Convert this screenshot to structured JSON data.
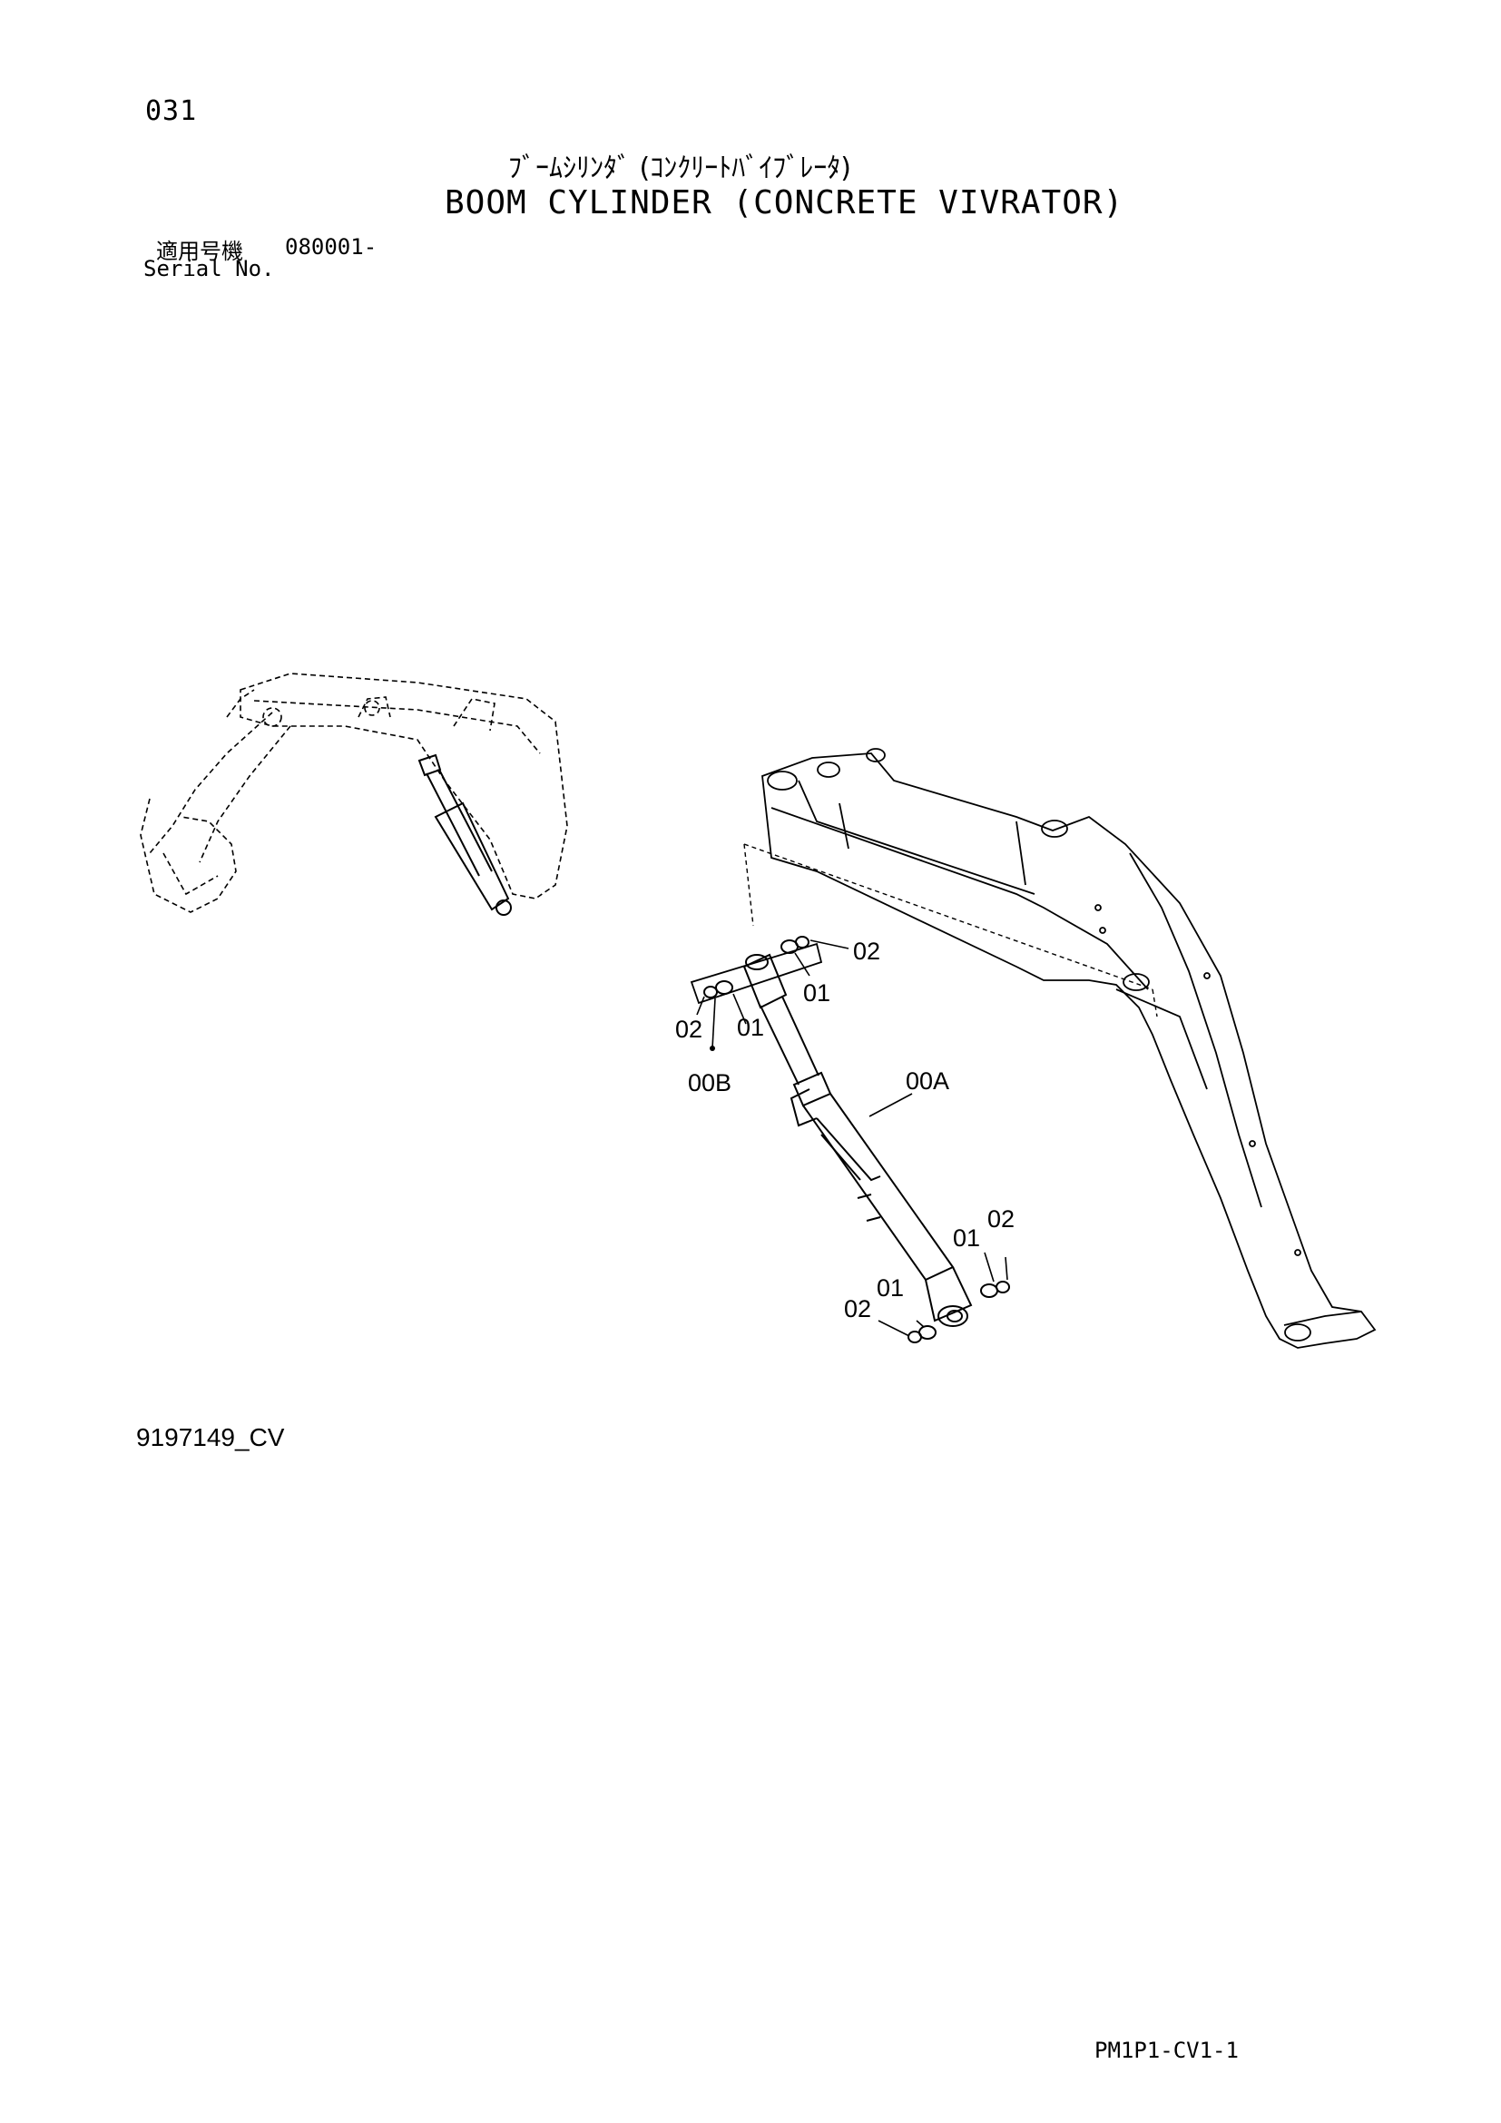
{
  "header": {
    "page_number": "031",
    "title_jp": "ﾌﾞｰﾑｼﾘﾝﾀﾞ (ｺﾝｸﾘｰﾄﾊﾞｲﾌﾞﾚｰﾀ)",
    "title_en": "BOOM CYLINDER (CONCRETE VIVRATOR)",
    "serial_label_jp": "適用号機",
    "serial_range": "080001-",
    "serial_label_en": "Serial No."
  },
  "callouts": {
    "upper_right_02": "02",
    "upper_right_01": "01",
    "upper_left_02": "02",
    "upper_left_01": "01",
    "bolt": "00B",
    "cylinder": "00A",
    "lower_right_01": "01",
    "lower_right_02": "02",
    "lower_left_01": "01",
    "lower_left_02": "02"
  },
  "footer": {
    "drawing_code": "9197149_CV",
    "sheet_code": "PM1P1-CV1-1"
  }
}
